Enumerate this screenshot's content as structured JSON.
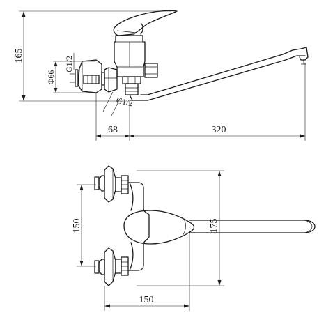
{
  "side_view": {
    "dim_height": "165",
    "dim_body_diameter": "Φ66",
    "dim_thread_top": "G1/2",
    "dim_thread_bottom": "G1/2",
    "dim_body_depth": "68",
    "dim_spout_length": "320"
  },
  "top_view": {
    "dim_inlet_spacing": "150",
    "dim_spout_span": "175",
    "dim_width": "150"
  }
}
